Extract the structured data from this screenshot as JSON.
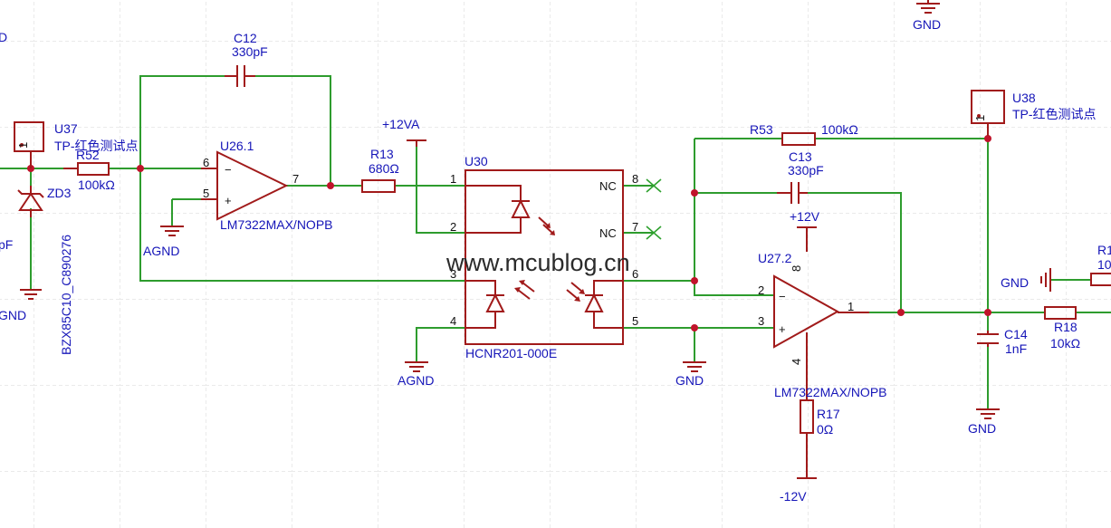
{
  "watermark": "www.mcublog.cn",
  "partial_left": {
    "top_label": "D",
    "label_pf": "pF",
    "gnd": "GND"
  },
  "u37": {
    "ref": "U37",
    "value": "TP-红色测试点",
    "pin": "1"
  },
  "u38": {
    "ref": "U38",
    "value": "TP-红色测试点",
    "pin": "1"
  },
  "r52": {
    "ref": "R52",
    "value": "100kΩ"
  },
  "zd3": {
    "ref": "ZD3",
    "value": "BZX85C10_C890276"
  },
  "c12": {
    "ref": "C12",
    "value": "330pF"
  },
  "u26_1": {
    "ref": "U26.1",
    "value": "LM7322MAX/NOPB",
    "pin_in_minus": "6",
    "pin_in_plus": "5",
    "pin_out": "7",
    "minus": "−",
    "plus": "+"
  },
  "r13": {
    "ref": "R13",
    "value": "680Ω"
  },
  "pwr_12va": "+12VA",
  "agnd_1": "AGND",
  "agnd_2": "AGND",
  "u30": {
    "ref": "U30",
    "value": "HCNR201-000E",
    "pins": [
      "1",
      "2",
      "3",
      "4",
      "5",
      "6",
      "7",
      "8"
    ],
    "nc_8": "NC",
    "nc_7": "NC"
  },
  "gnd_u30": "GND",
  "r53": {
    "ref": "R53",
    "value": "100kΩ"
  },
  "c13": {
    "ref": "C13",
    "value": "330pF"
  },
  "pwr_12v": "+12V",
  "u27_2": {
    "ref": "U27.2",
    "value": "LM7322MAX/NOPB",
    "pin_minus": "2",
    "pin_plus": "3",
    "pin_out": "1",
    "pin_vcc": "8",
    "pin_vee": "4",
    "minus": "−",
    "plus": "+"
  },
  "r17": {
    "ref": "R17",
    "value": "0Ω"
  },
  "pwr_neg12v": "-12V",
  "c14": {
    "ref": "C14",
    "value": "1nF"
  },
  "r18": {
    "ref": "R18",
    "value": "10kΩ"
  },
  "gnd_top": "GND",
  "gnd_c14": "GND",
  "gnd_right": "GND",
  "partial_right": {
    "ref": "R1",
    "value": "10"
  }
}
